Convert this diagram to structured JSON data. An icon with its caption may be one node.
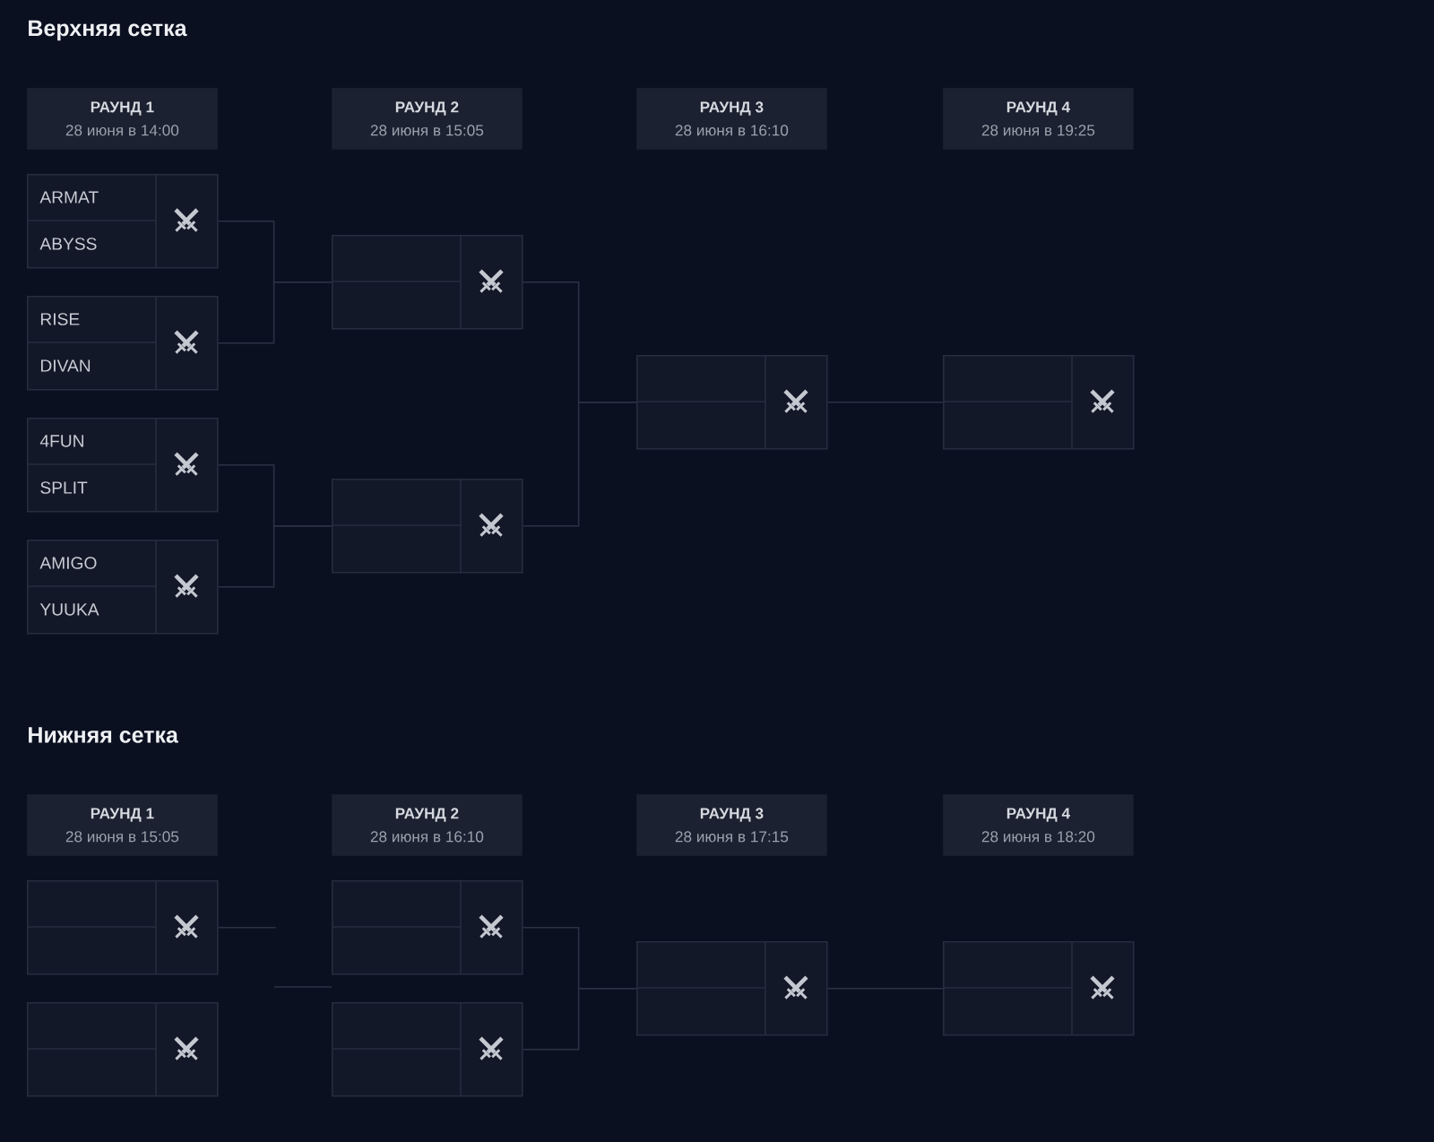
{
  "diagram": {
    "nodes": [
      {
        "text": [
          "РАУНД 1",
          "28 июня в 14:00"
        ]
      },
      {
        "text": [
          "РАУНД 2",
          "28 июня в 15:05"
        ]
      },
      {
        "text": [
          "РАУНД 3",
          "28 июня в 16:10"
        ]
      },
      {
        "text": [
          "РАУНД 4",
          "28 июня в 19:25"
        ]
      },
      {
        "text": [
          "ARMAT",
          "ABYSS"
        ]
      },
      {
        "text": [
          "RISE",
          "DIVAN"
        ]
      },
      {
        "text": [
          "4FUN",
          "SPLIT"
        ]
      },
      {
        "text": [
          "AMIGO",
          "YUUKA"
        ]
      },
      {
        "text": [],
        "shape": "box"
      },
      {
        "text": [],
        "shape": "box"
      },
      {
        "text": [],
        "shape": "box"
      },
      {
        "text": [],
        "shape": "box"
      },
      {
        "text": [
          "РАУНД 1",
          "28 июня в 15:05"
        ]
      },
      {
        "text": [
          "РАУНД 2",
          "28 июня в 16:10"
        ]
      },
      {
        "text": [
          "РАУНД 3",
          "28 июня в 17:15"
        ]
      },
      {
        "text": [
          "РАУНД 4",
          "28 июня в 18:20"
        ]
      },
      {
        "text": [],
        "shape": "box"
      },
      {
        "text": [],
        "shape": "box"
      },
      {
        "text": [],
        "shape": "box"
      },
      {
        "text": [],
        "shape": "box"
      },
      {
        "text": [],
        "shape": "box"
      },
      {
        "text": [],
        "shape": "box"
      }
    ],
    "edges": [
      {
        "from": 4,
        "to": 8,
        "arrow": "none"
      },
      {
        "from": 5,
        "to": 8,
        "arrow": "none"
      },
      {
        "from": 6,
        "to": 9,
        "arrow": "none"
      },
      {
        "from": 7,
        "to": 9,
        "arrow": "none"
      },
      {
        "from": 8,
        "to": 10,
        "arrow": "none"
      },
      {
        "from": 9,
        "to": 10,
        "arrow": "none"
      },
      {
        "from": 10,
        "to": 11,
        "arrow": "none"
      },
      {
        "from": 16,
        "to": null,
        "arrow": "none"
      },
      {
        "from": 18,
        "to": 20,
        "arrow": "none"
      },
      {
        "from": 19,
        "to": 20,
        "arrow": "none"
      },
      {
        "from": 20,
        "to": 21,
        "arrow": "none"
      }
    ],
    "labels": [
      "Верхняя сетка",
      "Нижняя сетка"
    ]
  }
}
